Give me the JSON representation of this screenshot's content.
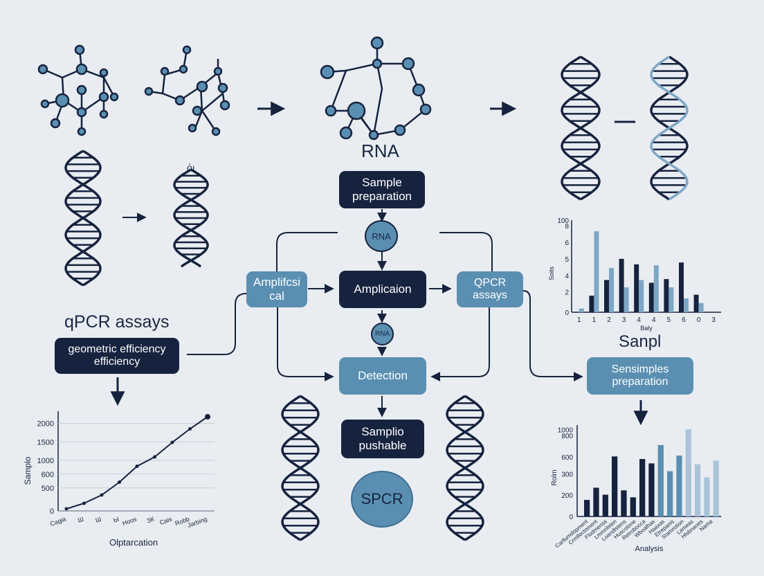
{
  "labels": {
    "rna_title": "RNA",
    "sample_prep": "Sample preparation",
    "rna_circle": "RNA",
    "amplif_cal": "Amplifcsi cal",
    "amplication": "Amplicaion",
    "qpcr_assays_box": "QPCR assays",
    "rna_small": "RNA",
    "detection": "Detection",
    "sample_pushable": "Samplio pushable",
    "spcr": "SPCR",
    "qpcr_heading": "qPCR assays",
    "geo_box": "geometric efficiency efficiency",
    "sanpl": "Sanpl",
    "sensimples": "Sensimples preparation",
    "dna_mark": "όı"
  },
  "colors": {
    "dark": "#16233f",
    "mid": "#5a8fb2",
    "light": "#a9c4d8",
    "background": "#e9edf1"
  },
  "chart_data": [
    {
      "type": "line",
      "x": [
        "Cagia",
        "Ш",
        "Ш",
        "Ы",
        "Hoos",
        "ЗК",
        "Cais",
        "Robb",
        "Jarbing"
      ],
      "y": [
        60,
        220,
        460,
        830,
        1290,
        1560,
        1980,
        2370,
        2720
      ],
      "yticks": [
        0,
        500,
        600,
        1000,
        1500,
        2000
      ],
      "ylabel": "Samplo",
      "xlabel": "Olptarcation",
      "ylim": [
        0,
        2800
      ]
    },
    {
      "type": "bar",
      "categories": [
        "1",
        "1",
        "2",
        "3",
        "4",
        "4",
        "5",
        "6",
        "0",
        "3"
      ],
      "series": [
        {
          "values": [
            0,
            1.8,
            3.5,
            5.8,
            5.2,
            3.2,
            3.6,
            5.4,
            1.9,
            0
          ],
          "color": "#16233f"
        },
        {
          "values": [
            0.4,
            8.8,
            4.8,
            2.7,
            3.5,
            5.1,
            2.7,
            1.5,
            1.0,
            0
          ],
          "color": "#7ea7c6"
        }
      ],
      "yticks": [
        0,
        2,
        4,
        5,
        6,
        8,
        100
      ],
      "ylabel": "Soits",
      "xlabel": "Baly",
      "ylim": [
        0,
        10
      ]
    },
    {
      "type": "bar",
      "categories": [
        "Carllumdopment",
        "Crmllectoment",
        "Flodmenss",
        "Lmmnlsten",
        "Loandlstens",
        "Huscotone",
        "Retrobocca",
        "Wboalhas",
        "Haaxas",
        "Etrepanis",
        "Stamrotion",
        "Lameas",
        "Hlsbnaoes",
        "Nama"
      ],
      "values": [
        190,
        330,
        250,
        690,
        300,
        220,
        660,
        610,
        820,
        520,
        700,
        1000,
        600,
        450,
        640
      ],
      "colors": [
        "#16233f",
        "#16233f",
        "#16233f",
        "#16233f",
        "#16233f",
        "#16233f",
        "#16233f",
        "#16233f",
        "#5a8fb2",
        "#5a8fb2",
        "#5a8fb2",
        "#a9c4d8",
        "#a9c4d8",
        "#a9c4d8",
        "#a9c4d8"
      ],
      "yticks": [
        0,
        200,
        300,
        600,
        800,
        1000
      ],
      "ylabel": "Rolm",
      "xlabel": "Analysis",
      "ylim": [
        0,
        1050
      ]
    }
  ]
}
